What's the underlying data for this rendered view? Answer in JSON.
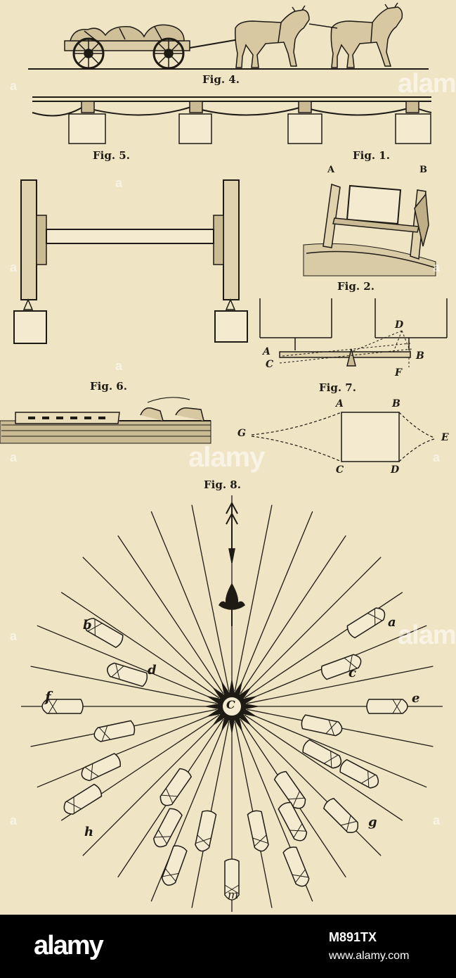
{
  "figures": {
    "fig4": "Fig. 4.",
    "fig5": "Fig. 5.",
    "fig1": "Fig. 1.",
    "fig2": "Fig. 2.",
    "fig6": "Fig. 6.",
    "fig7": "Fig. 7.",
    "fig8": "Fig. 8."
  },
  "fig1_letters": {
    "a": "A",
    "b": "B"
  },
  "fig2_letters": {
    "a": "A",
    "b": "B",
    "c": "C",
    "d": "D",
    "f": "F"
  },
  "fig7_letters": {
    "a": "A",
    "b": "B",
    "c": "C",
    "d": "D",
    "e": "E",
    "g": "G"
  },
  "fig8_letters": {
    "a": "a",
    "b": "b",
    "c": "c",
    "d": "d",
    "e": "e",
    "f": "f",
    "g": "g",
    "h": "h",
    "m": "m",
    "center": "C"
  },
  "watermark": {
    "logo_text": "alamy",
    "logo_letter": "a"
  },
  "footer": {
    "logo_text": "alamy",
    "image_id": "M891TX",
    "url": "www.alamy.com"
  },
  "colors": {
    "paper": "#efe4c4",
    "ink": "#1e1a14",
    "footer": "#000000"
  }
}
